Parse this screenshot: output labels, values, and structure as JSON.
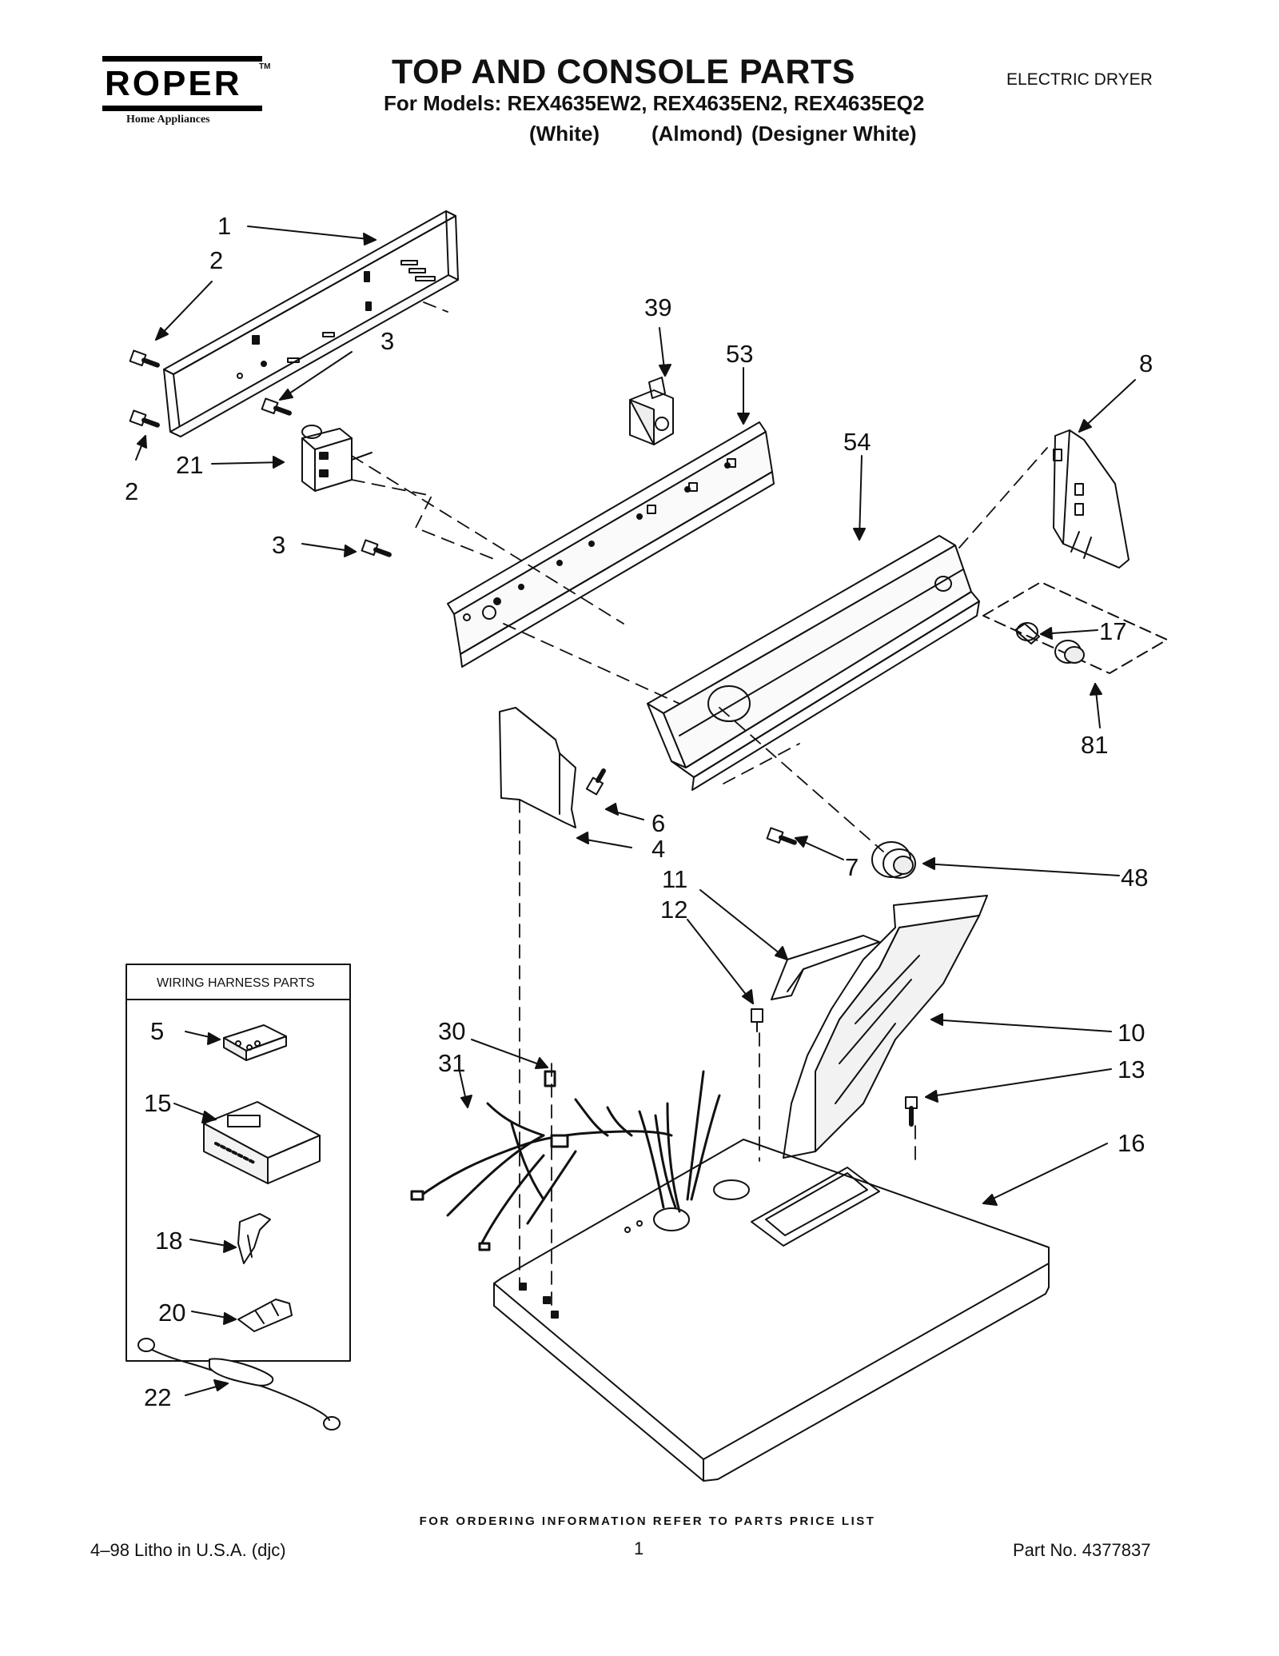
{
  "header": {
    "brand": "ROPER",
    "brand_mark": "TM",
    "brand_tagline": "Home Appliances",
    "title": "TOP AND CONSOLE PARTS",
    "models_line": "For Models: REX4635EW2, REX4635EN2, REX4635EQ2",
    "variants": [
      "(White)",
      "(Almond)",
      "(Designer White)"
    ],
    "document_type": "ELECTRIC DRYER"
  },
  "wiring_harness": {
    "title": "WIRING HARNESS PARTS",
    "callouts": [
      "5",
      "15",
      "18",
      "20",
      "22"
    ]
  },
  "callouts": [
    "1",
    "2",
    "2",
    "3",
    "3",
    "4",
    "6",
    "7",
    "8",
    "10",
    "11",
    "12",
    "13",
    "16",
    "17",
    "21",
    "30",
    "31",
    "39",
    "48",
    "53",
    "54",
    "81"
  ],
  "footer": {
    "ordering_note": "FOR ORDERING INFORMATION REFER TO PARTS PRICE LIST",
    "litho": "4–98 Litho in U.S.A. (djc)",
    "page": "1",
    "part_number": "Part No. 4377837"
  },
  "colors": {
    "ink": "#111111",
    "paper": "#ffffff"
  }
}
